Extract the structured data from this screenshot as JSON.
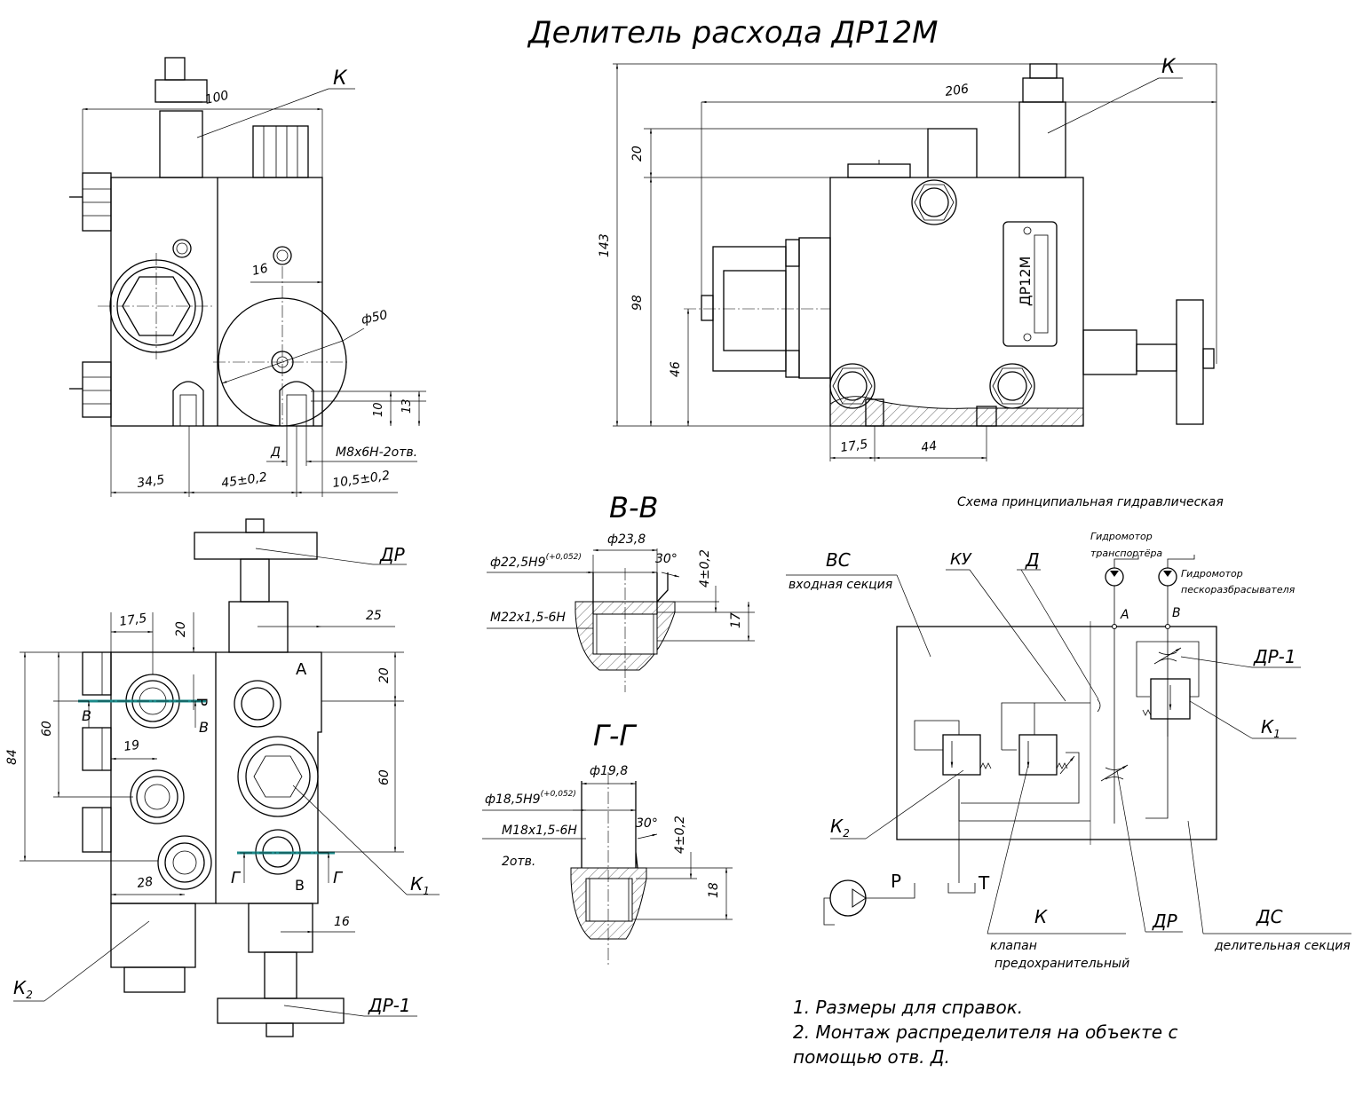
{
  "title": "Делитель расхода ДР12М",
  "colors": {
    "line": "#000000",
    "section_mark": "#1a8a8a",
    "background": "#ffffff"
  },
  "front_view": {
    "labels": {
      "k": "К"
    },
    "dims": {
      "d100": "100",
      "d16": "16",
      "d50": "ф50",
      "d10": "10",
      "d13": "13",
      "d345": "34,5",
      "d45": "45±0,2",
      "d105": "10,5±0,2",
      "thread": "М8х6Н-2отв.",
      "hole_d": "Д"
    }
  },
  "side_view": {
    "labels": {
      "k": "К",
      "plate": "ДР12М"
    },
    "dims": {
      "d206": "206",
      "d20": "20",
      "d143": "143",
      "d98": "98",
      "d46": "46",
      "d175": "17,5",
      "d44": "44"
    }
  },
  "top_view": {
    "labels": {
      "dr": "ДР",
      "dr1": "ДР-1",
      "k1": "К",
      "k1_sub": "1",
      "k2": "К",
      "k2_sub": "2",
      "a": "А",
      "b": "В",
      "p": "Р",
      "vv_l": "В",
      "vv_r": "В",
      "gg_l": "Г",
      "gg_r": "Г"
    },
    "dims": {
      "d175": "17,5",
      "d20": "20",
      "d25": "25",
      "d20b": "20",
      "d84": "84",
      "d60": "60",
      "d19": "19",
      "d60b": "60",
      "d28": "28",
      "d16": "16"
    }
  },
  "section_vv": {
    "title": "В-В",
    "dims": {
      "d1": "ф22,5Н9",
      "tol": "(+0,052)",
      "d2": "ф23,8",
      "ang": "30°",
      "t": "4±0,2",
      "thread": "М22х1,5-6Н",
      "d17": "17"
    }
  },
  "section_gg": {
    "title": "Г-Г",
    "dims": {
      "d1": "ф18,5Н9",
      "tol": "(+0,052)",
      "d2": "ф19,8",
      "ang": "30°",
      "t": "4±0,2",
      "thread": "М18х1,5-6Н",
      "holes": "2отв.",
      "d18": "18"
    }
  },
  "schema": {
    "title": "Схема принципиальная гидравлическая",
    "labels": {
      "bc": "ВС",
      "bc_desc": "входная секция",
      "ky": "КУ",
      "d": "Д",
      "motor1_a": "Гидромотор",
      "motor1_b": "транспортёра",
      "motor2_a": "Гидромотор",
      "motor2_b": "пескоразбрасывателя",
      "a": "А",
      "b": "В",
      "dr1": "ДР-1",
      "k1": "К",
      "k1_sub": "1",
      "k2": "К",
      "k2_sub": "2",
      "p": "Р",
      "t": "Т",
      "k": "К",
      "k_desc1": "клапан",
      "k_desc2": "предохранительный",
      "dr": "ДР",
      "dc": "ДС",
      "dc_desc": "делительная секция"
    }
  },
  "notes": [
    "1. Размеры для справок.",
    "2. Монтаж распределителя на объекте с",
    "помощью отв. Д."
  ]
}
